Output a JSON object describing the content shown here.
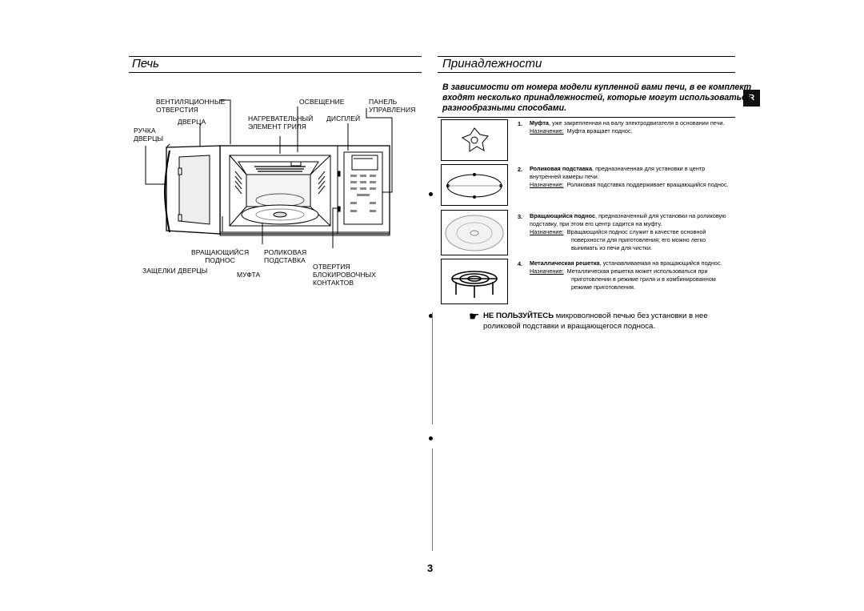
{
  "left": {
    "title": "Печь",
    "labels": {
      "vent": "ВЕНТИЛЯЦИОННЫЕ\nОТВЕРСТИЯ",
      "light": "ОСВЕЩЕНИЕ",
      "panel": "ПАНЕЛЬ\nУПРАВЛЕНИЯ",
      "door": "ДВЕРЦА",
      "grill": "НАГРЕВАТЕЛЬНЫЙ\nЭЛЕМЕНТ ГРИЛЯ",
      "display": "ДИСПЛЕЙ",
      "handle": "РУЧКА\nДВЕРЦЫ",
      "turntable": "ВРАЩАЮЩИЙСЯ\nПОДНОС",
      "ring": "РОЛИКОВАЯ\nПОДСТАВКА",
      "latches": "ЗАЩЕЛКИ ДВЕРЦЫ",
      "coupler": "МУФТА",
      "holes": "ОТВЕРТИЯ\nБЛОКИРОВОЧНЫХ\nКОНТАКТОВ"
    }
  },
  "right": {
    "title": "Принадлежности",
    "intro": "В зависимости от номера модели купленной вами печи, в ее комплект\nвходят несколько принадлежностей, которые могут использоваться\nразнообразными способами.",
    "tab_label": "R",
    "purpose_label": "Назначение:",
    "items": [
      {
        "num": "1.",
        "name": "Муфта",
        "desc": ", уже закрепленная на валу электродвигателя в основании печи.",
        "purpose": "Муфта вращает поднос."
      },
      {
        "num": "2.",
        "name": "Роликовая подставка",
        "desc": ", предназначенная для установки в центр внутренней камеры печи.",
        "purpose": "Роликовая подставка поддерживает вращающийся поднос."
      },
      {
        "num": "3.",
        "name": "Вращающийся поднос",
        "desc": ", предназначенный для установки на роликовую подставку, при этом его центр садится на муфту.",
        "purpose": "Вращающийся поднос служит в качестве основной поверхности для приготовления; его можно легко вынимать из печи для чистки."
      },
      {
        "num": "4.",
        "name": "Металлическая решетка",
        "desc": ", устанавливаемая на вращающийся поднос.",
        "purpose": "Металлическая решетка может использоваться при приготовлении в режиме гриля и в комбинированном режиме приготовления."
      }
    ],
    "warning_bold": "НЕ ПОЛЬЗУЙТЕСЬ",
    "warning_line1": " микроволновой печью без установки в нее",
    "warning_line2": "роликовой подставки и вращающегося подноса."
  },
  "page_number": "3"
}
